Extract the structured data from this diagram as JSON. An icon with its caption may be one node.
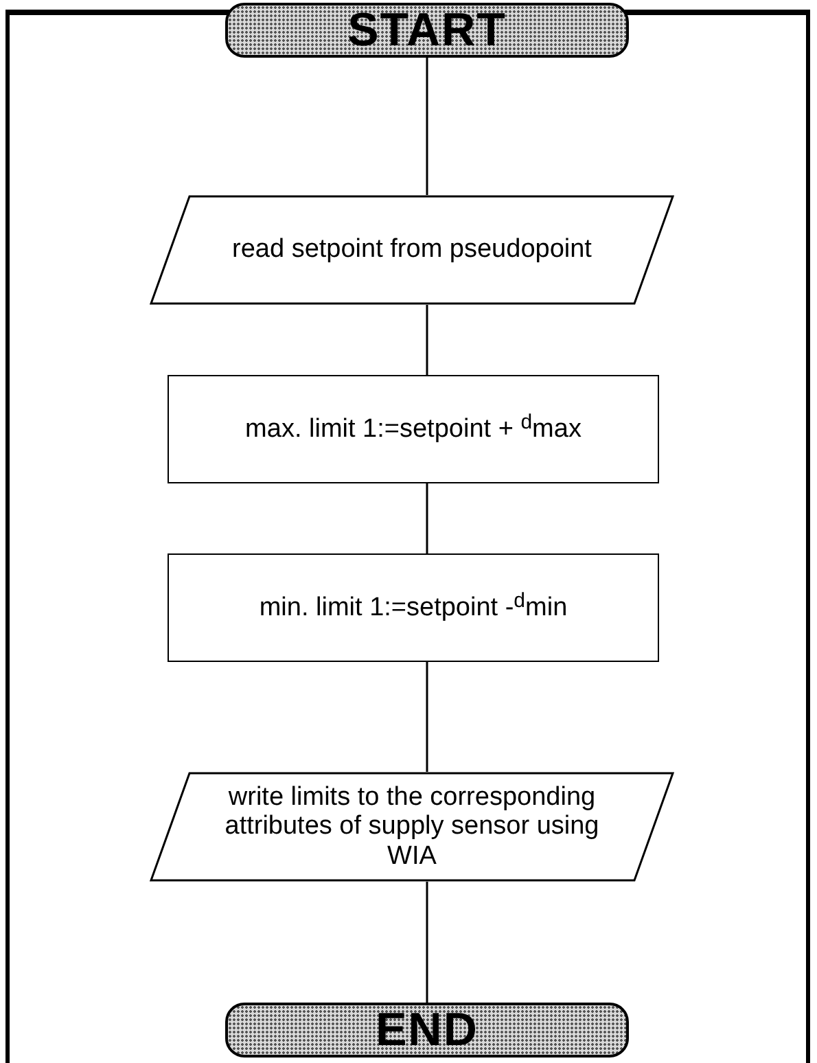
{
  "diagram": {
    "nodes": [
      {
        "text": [
          "START"
        ]
      },
      {
        "text": [
          "read setpoint from pseudopoint"
        ]
      },
      {
        "text": [
          "max. limit 1:=setpoint + $^{d}$max"
        ]
      },
      {
        "text": [
          "min. limit 1:=setpoint  -$^{d}$min"
        ]
      },
      {
        "text": [
          "write limits to the corresponding attributes of supply sensor using WIA"
        ]
      },
      {
        "text": [
          "END"
        ]
      }
    ],
    "edges": [
      {
        "from": 0,
        "to": 1,
        "arrow": "none"
      },
      {
        "from": 1,
        "to": 2,
        "arrow": "none"
      },
      {
        "from": 2,
        "to": 3,
        "arrow": "none"
      },
      {
        "from": 3,
        "to": 4,
        "arrow": "none"
      },
      {
        "from": 4,
        "to": 5,
        "arrow": "none"
      }
    ]
  }
}
